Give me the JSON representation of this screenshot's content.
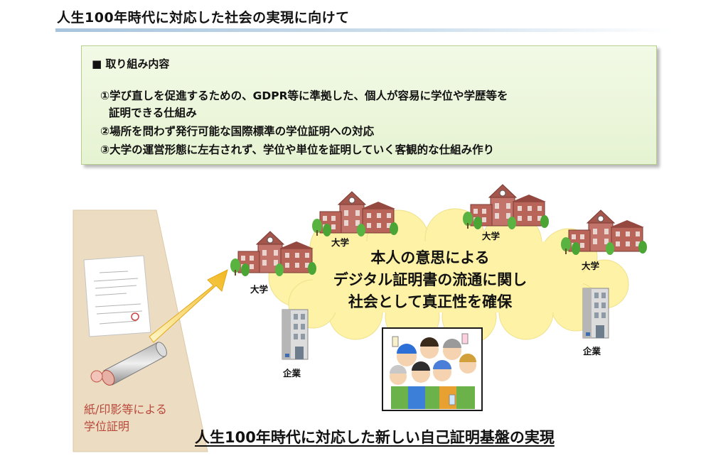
{
  "header": {
    "title": "人生100年時代に対応した社会の実現に向けて"
  },
  "initiatives": {
    "heading": "■ 取り組み内容",
    "items": [
      "①学び直しを促進するための、GDPR等に準拠した、個人が容易に学位や学歴等を",
      "証明できる仕組み",
      "②場所を問わず発行可能な国際標準の学位証明への対応",
      "③大学の運営形態に左右されず、学位や単位を証明していく客観的な仕組み作り"
    ]
  },
  "diagram": {
    "cloud_text": [
      "本人の意思による",
      "デジタル証明書の流通に関し",
      "社会として真正性を確保"
    ],
    "university_label": "大学",
    "company_label": "企業",
    "paper_label": [
      "紙/印影等による",
      "学位証明"
    ],
    "colors": {
      "cloud": "#fdf2a6",
      "paper_panel": "#ecdcc2",
      "arrow": "#f6c62e",
      "building": "#b86458",
      "box_bg": "#e8f4d6"
    }
  },
  "footer": {
    "title": "人生100年時代に対応した新しい自己証明基盤の実現"
  }
}
